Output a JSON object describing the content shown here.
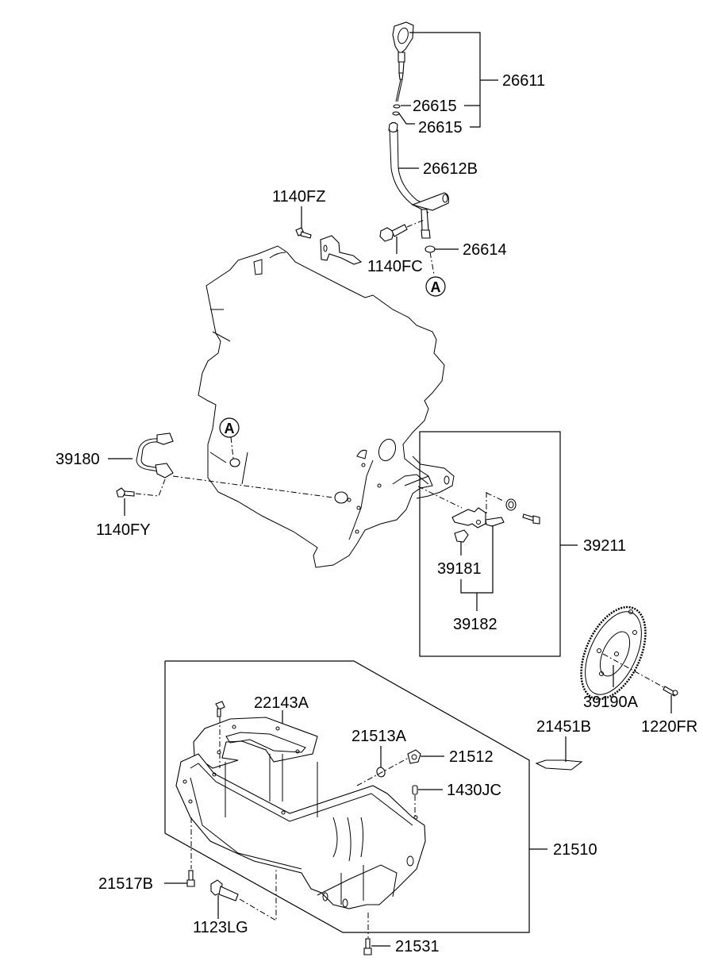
{
  "diagram": {
    "type": "exploded-parts-diagram",
    "subject": "Engine oil pan, oil level gauge, crank position sensor",
    "reference_marker": "A",
    "labels": {
      "p26611": "26611",
      "p26615a": "26615",
      "p26615b": "26615",
      "p26612B": "26612B",
      "p1140FZ": "1140FZ",
      "p1140FC": "1140FC",
      "p26614": "26614",
      "p39180": "39180",
      "p1140FY": "1140FY",
      "p39211": "39211",
      "p39181": "39181",
      "p39182": "39182",
      "p39190A": "39190A",
      "p1220FR": "1220FR",
      "p22143A": "22143A",
      "p21513A": "21513A",
      "p21512": "21512",
      "p21451B": "21451B",
      "p1430JC": "1430JC",
      "p21510": "21510",
      "p21517B": "21517B",
      "p1123LG": "1123LG",
      "p21531": "21531"
    },
    "parts": [
      {
        "number": "26611",
        "description": "oil level gauge assembly"
      },
      {
        "number": "26615",
        "description": "o-ring (x2)"
      },
      {
        "number": "26612B",
        "description": "oil level gauge tube"
      },
      {
        "number": "1140FZ",
        "description": "bolt"
      },
      {
        "number": "1140FC",
        "description": "bolt"
      },
      {
        "number": "26614",
        "description": "o-ring"
      },
      {
        "number": "39180",
        "description": "crankshaft position sensor"
      },
      {
        "number": "1140FY",
        "description": "bolt"
      },
      {
        "number": "39211",
        "description": "bracket assembly"
      },
      {
        "number": "39181",
        "description": "clip"
      },
      {
        "number": "39182",
        "description": "bracket"
      },
      {
        "number": "39190A",
        "description": "sensor wheel"
      },
      {
        "number": "1220FR",
        "description": "screw"
      },
      {
        "number": "22143A",
        "description": "baffle plate"
      },
      {
        "number": "21513A",
        "description": "gasket"
      },
      {
        "number": "21512",
        "description": "drain plug"
      },
      {
        "number": "21451B",
        "description": "sealant"
      },
      {
        "number": "1430JC",
        "description": "dowel pin"
      },
      {
        "number": "21510",
        "description": "oil pan assembly"
      },
      {
        "number": "21517B",
        "description": "stud bolt"
      },
      {
        "number": "1123LG",
        "description": "bolt"
      },
      {
        "number": "21531",
        "description": "bolt"
      }
    ]
  }
}
